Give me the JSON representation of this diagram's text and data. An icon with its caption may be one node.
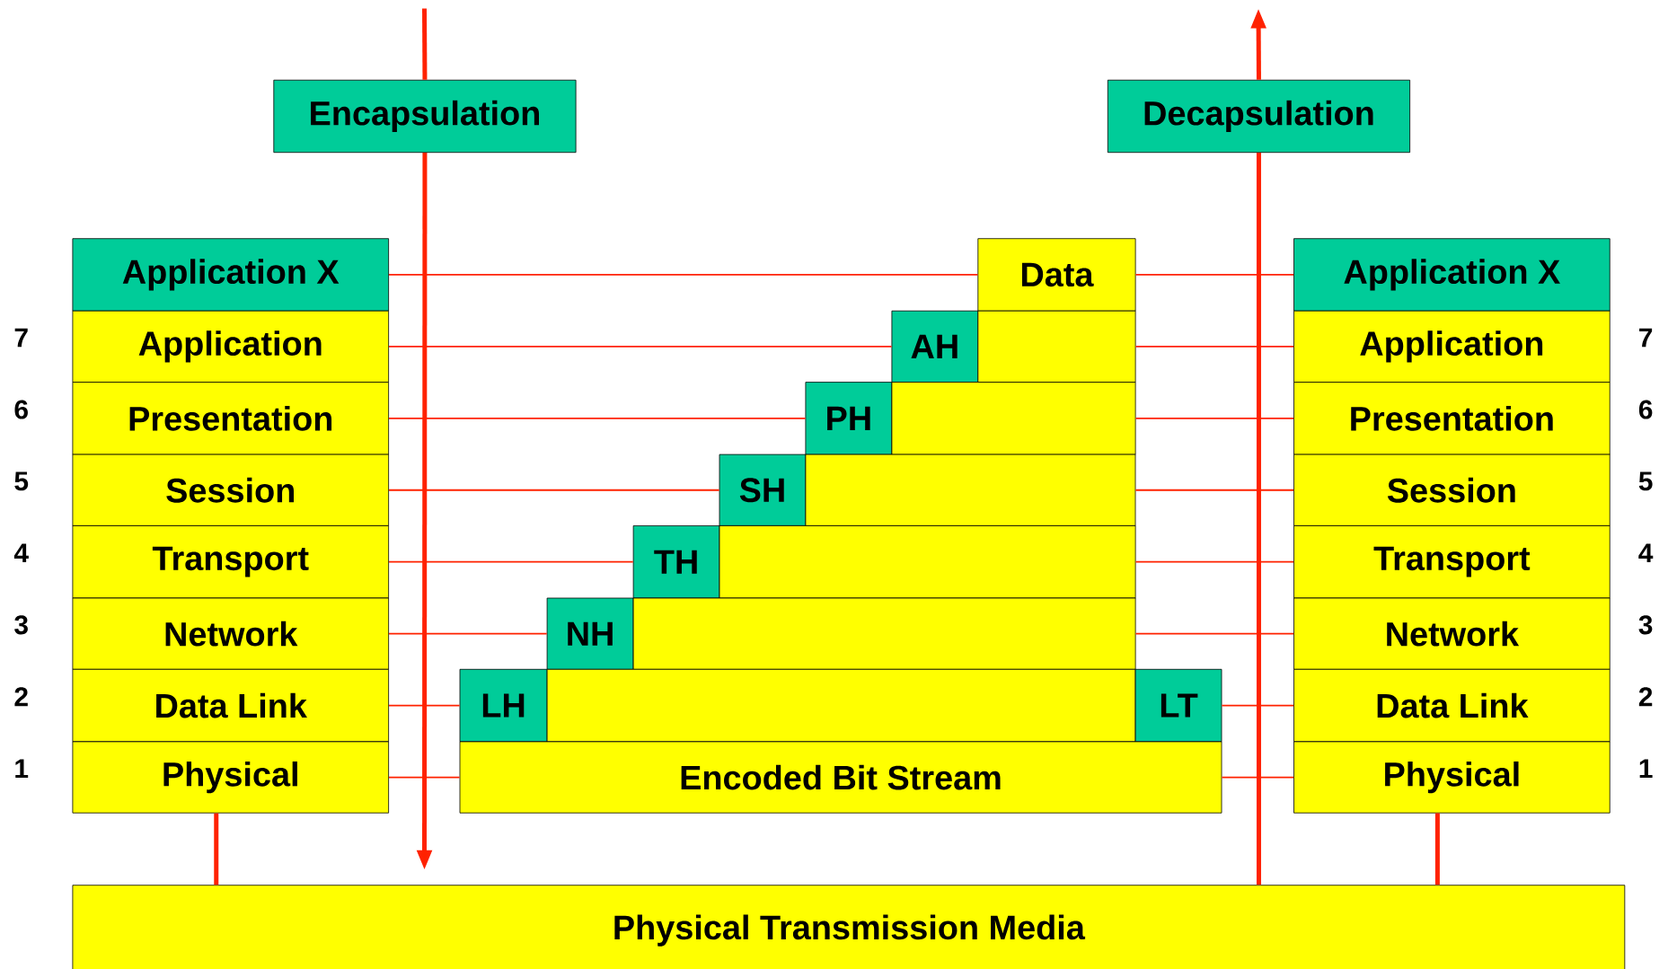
{
  "diagram": {
    "nodes": [
      {
        "text": [
          "Encapsulation"
        ]
      },
      {
        "text": [
          "Decapsulation"
        ]
      },
      {
        "text": [
          "Application X"
        ]
      },
      {
        "text": [
          "Application"
        ]
      },
      {
        "text": [
          "Presentation"
        ]
      },
      {
        "text": [
          "Session"
        ]
      },
      {
        "text": [
          "Transport"
        ]
      },
      {
        "text": [
          "Network"
        ]
      },
      {
        "text": [
          "Data Link"
        ]
      },
      {
        "text": [
          "Physical"
        ]
      },
      {
        "text": [
          "Data"
        ]
      },
      {
        "text": [
          "AH"
        ]
      },
      {
        "text": [],
        "shape": "box"
      },
      {
        "text": [
          "PH"
        ]
      },
      {
        "text": [],
        "shape": "box"
      },
      {
        "text": [
          "SH"
        ]
      },
      {
        "text": [],
        "shape": "box"
      },
      {
        "text": [
          "TH"
        ]
      },
      {
        "text": [],
        "shape": "box"
      },
      {
        "text": [
          "NH"
        ]
      },
      {
        "text": [],
        "shape": "box"
      },
      {
        "text": [
          "LH"
        ]
      },
      {
        "text": [],
        "shape": "box"
      },
      {
        "text": [
          "LT"
        ]
      },
      {
        "text": [
          "Encoded Bit Stream"
        ]
      },
      {
        "text": [
          "Application X"
        ]
      },
      {
        "text": [
          "Application"
        ]
      },
      {
        "text": [
          "Presentation"
        ]
      },
      {
        "text": [
          "Session"
        ]
      },
      {
        "text": [
          "Transport"
        ]
      },
      {
        "text": [
          "Network"
        ]
      },
      {
        "text": [
          "Data Link"
        ]
      },
      {
        "text": [
          "Physical"
        ]
      },
      {
        "text": [
          "Physical Transmission Media"
        ]
      }
    ],
    "edges": [
      {
        "from": null,
        "to": 0,
        "arrow": "none",
        "style": "thick"
      },
      {
        "from": 0,
        "to": null,
        "arrow": "to",
        "style": "thick"
      },
      {
        "from": 33,
        "to": 1,
        "arrow": "none",
        "style": "thick"
      },
      {
        "from": 1,
        "to": null,
        "arrow": "to",
        "style": "thick"
      },
      {
        "from": 2,
        "to": 10,
        "arrow": "none"
      },
      {
        "from": 10,
        "to": 25,
        "arrow": "none"
      },
      {
        "from": 3,
        "to": 11,
        "arrow": "none"
      },
      {
        "from": 12,
        "to": 26,
        "arrow": "none"
      },
      {
        "from": 4,
        "to": 13,
        "arrow": "none"
      },
      {
        "from": 14,
        "to": 27,
        "arrow": "none"
      },
      {
        "from": 5,
        "to": 15,
        "arrow": "none"
      },
      {
        "from": 16,
        "to": 28,
        "arrow": "none"
      },
      {
        "from": 6,
        "to": 17,
        "arrow": "none"
      },
      {
        "from": 18,
        "to": 29,
        "arrow": "none"
      },
      {
        "from": 7,
        "to": 19,
        "arrow": "none"
      },
      {
        "from": 20,
        "to": 30,
        "arrow": "none"
      },
      {
        "from": 8,
        "to": 21,
        "arrow": "none"
      },
      {
        "from": 23,
        "to": 31,
        "arrow": "none"
      },
      {
        "from": 9,
        "to": 24,
        "arrow": "none"
      },
      {
        "from": 24,
        "to": 32,
        "arrow": "none"
      },
      {
        "from": 9,
        "to": 33,
        "arrow": "none",
        "style": "thick"
      },
      {
        "from": 32,
        "to": 33,
        "arrow": "none",
        "style": "thick"
      }
    ],
    "labels": [
      "7",
      "7",
      "6",
      "6",
      "5",
      "5",
      "4",
      "4",
      "3",
      "3",
      "2",
      "2",
      "1",
      "1"
    ]
  }
}
